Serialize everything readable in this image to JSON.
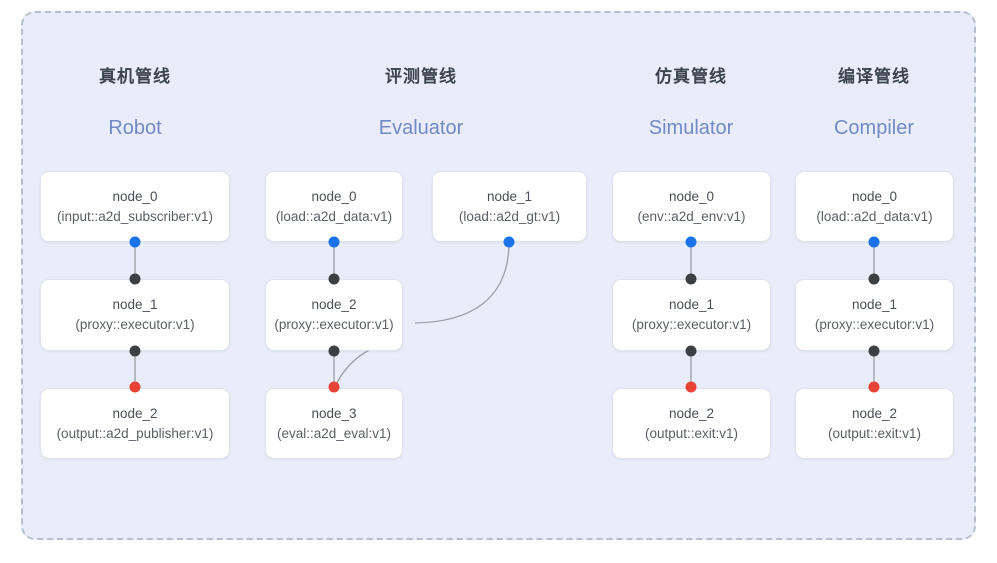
{
  "diagram": {
    "background_color": "#e8edf9",
    "border_color": "#b6bfce",
    "port_colors": {
      "source": "#1a73e8",
      "middle": "#3c4043",
      "sink": "#ea4335"
    },
    "accent_color": "#7289c4"
  },
  "columns": [
    {
      "id": "robot",
      "title": "真机管线",
      "subtitle": "Robot",
      "nodes": [
        {
          "name": "node_0",
          "type": "(input::a2d_subscriber:v1)"
        },
        {
          "name": "node_1",
          "type": "(proxy::executor:v1)"
        },
        {
          "name": "node_2",
          "type": "(output::a2d_publisher:v1)"
        }
      ]
    },
    {
      "id": "evaluator",
      "title": "评测管线",
      "subtitle": "Evaluator",
      "nodes": [
        {
          "name": "node_0",
          "type": "(load::a2d_data:v1)"
        },
        {
          "name": "node_1",
          "type": "(load::a2d_gt:v1)"
        },
        {
          "name": "node_2",
          "type": "(proxy::executor:v1)"
        },
        {
          "name": "node_3",
          "type": "(eval::a2d_eval:v1)"
        }
      ]
    },
    {
      "id": "simulator",
      "title": "仿真管线",
      "subtitle": "Simulator",
      "nodes": [
        {
          "name": "node_0",
          "type": "(env::a2d_env:v1)"
        },
        {
          "name": "node_1",
          "type": "(proxy::executor:v1)"
        },
        {
          "name": "node_2",
          "type": "(output::exit:v1)"
        }
      ]
    },
    {
      "id": "compiler",
      "title": "编译管线",
      "subtitle": "Compiler",
      "nodes": [
        {
          "name": "node_0",
          "type": "(load::a2d_data:v1)"
        },
        {
          "name": "node_1",
          "type": "(proxy::executor:v1)"
        },
        {
          "name": "node_2",
          "type": "(output::exit:v1)"
        }
      ]
    }
  ]
}
